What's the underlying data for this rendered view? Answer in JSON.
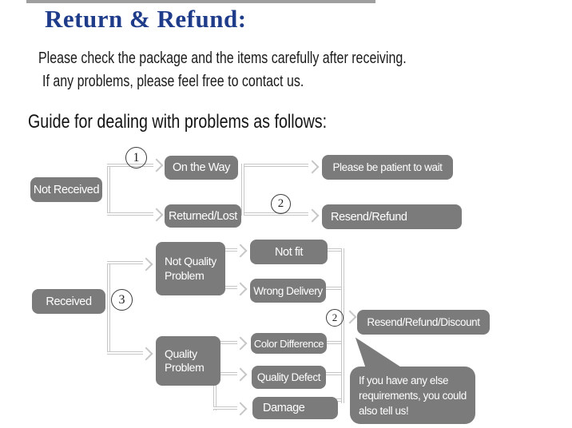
{
  "header": {
    "title": "Return & Refund:",
    "line1": "Please check the package and the items carefully after receiving.",
    "line2": "If any problems, please feel free to contact us.",
    "guide": "Guide for dealing with problems as follows:"
  },
  "colors": {
    "title_navy": "#1e3c8a",
    "box_gray": "#7b7b7b",
    "line_gray": "#c6c6c6",
    "box_text": "#ffffff"
  },
  "steps": {
    "one": "1",
    "two": "2",
    "three": "3"
  },
  "flowchart": {
    "not_received": "Not Received",
    "on_the_way": "On the Way",
    "returned_lost": "Returned/Lost",
    "patient_wait": "Please be patient to wait",
    "resend_refund": "Resend/Refund",
    "received": "Received",
    "not_quality_problem": "Not Quality Problem",
    "quality_problem": "Quality Problem",
    "not_fit": "Not fit",
    "wrong_delivery": "Wrong Delivery",
    "color_difference": "Color Difference",
    "quality_defect": "Quality Defect",
    "damage": "Damage",
    "resend_refund_discount": "Resend/Refund/Discount",
    "bubble_lines": [
      "If you have any else",
      "requirements, you could",
      "also tell us!"
    ]
  }
}
